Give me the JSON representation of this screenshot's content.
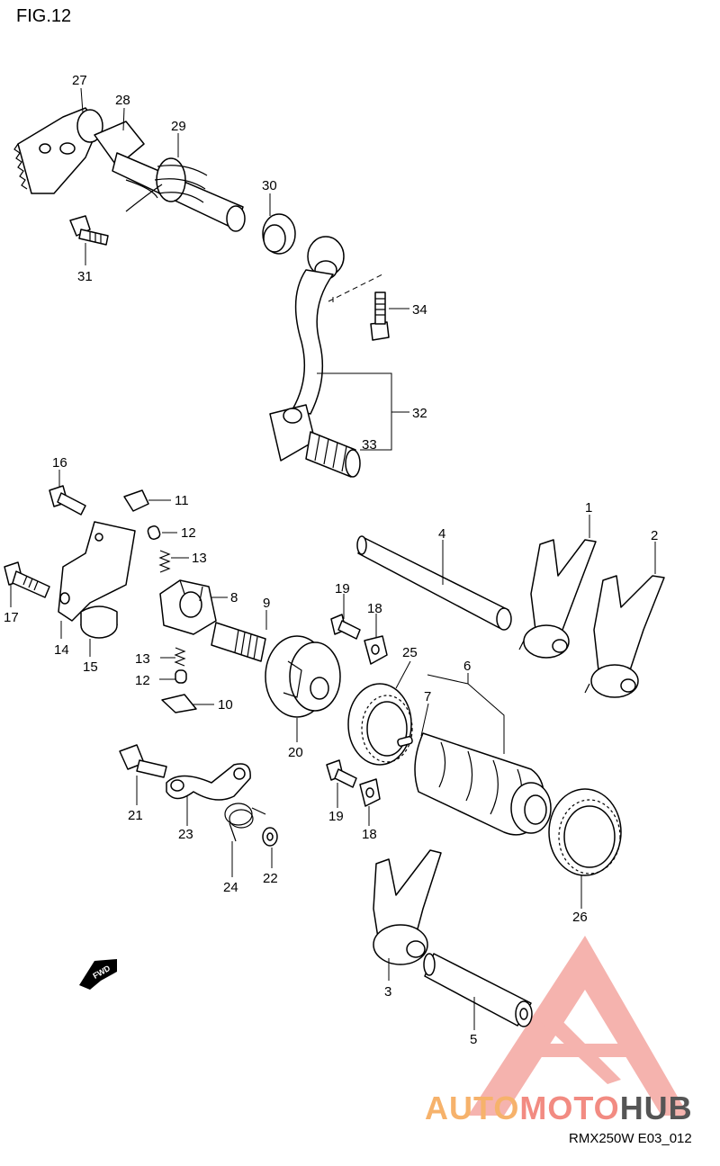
{
  "figure": {
    "title": "FIG.12",
    "code": "RMX250W E03_012",
    "fwd_label": "FWD"
  },
  "watermark": {
    "part1": "AUTO",
    "part2": "MOTO",
    "part3": "HUB",
    "colors": {
      "auto": "#f6b26b",
      "moto": "#f28b82",
      "hub": "#555555",
      "triangle": "#f4a6a0"
    }
  },
  "callouts": [
    "1",
    "2",
    "3",
    "4",
    "5",
    "6",
    "7",
    "8",
    "9",
    "10",
    "11",
    "12",
    "12",
    "13",
    "13",
    "14",
    "15",
    "16",
    "17",
    "18",
    "18",
    "19",
    "19",
    "20",
    "21",
    "22",
    "23",
    "24",
    "25",
    "26",
    "27",
    "28",
    "29",
    "30",
    "31",
    "32",
    "33",
    "34"
  ]
}
